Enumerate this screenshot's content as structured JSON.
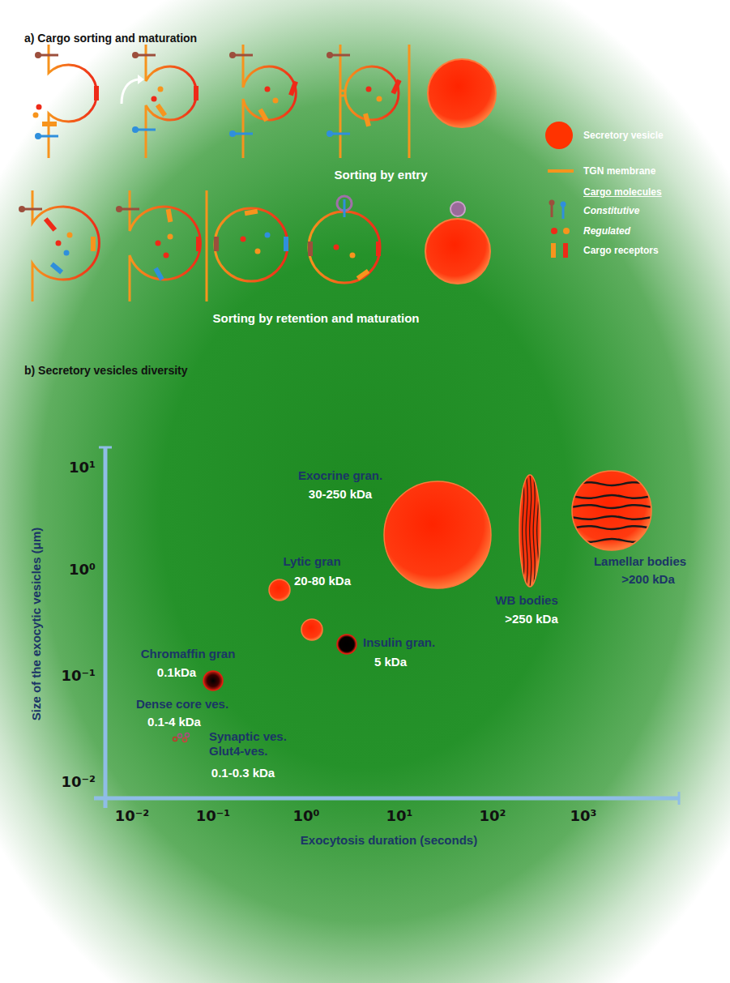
{
  "diagram": {
    "nodes": [
      {
        "text": [
          "Exocrine gran.",
          "30-250 kDa"
        ]
      },
      {
        "text": [
          "WB bodies",
          ">250 kDa"
        ]
      },
      {
        "text": [
          "Lamellar bodies",
          ">200 kDa"
        ]
      },
      {
        "text": [
          "Lytic gran",
          "20-80 kDa"
        ]
      },
      {
        "text": [
          "Chromaffin gran",
          "0.1kDa"
        ]
      },
      {
        "text": [
          "Insulin gran.",
          "5 kDa"
        ]
      },
      {
        "text": [
          "Dense core ves.",
          "0.1-4 kDa"
        ]
      },
      {
        "text": [
          "Synaptic ves. Glut4-ves.",
          "0.1-0.3 kDa"
        ]
      }
    ],
    "labels": [
      "a) Cargo sorting and maturation",
      "Sorting by entry",
      "Sorting by retention and maturation",
      "Cargo molecules",
      "b) Secretory vesicles diversity",
      "Size of the exocytic vesicles (μm)",
      "Exocytosis duration (seconds)",
      "10¹",
      "10⁰",
      "10⁻¹",
      "10⁻²",
      "10⁻²",
      "10⁻¹",
      "10⁰",
      "10¹",
      "10²",
      "10³"
    ],
    "legend": [
      {
        "text": "Secretory vesicle",
        "color": "#ff3300"
      },
      {
        "text": "TGN membrane"
      },
      {
        "text": "Constitutive"
      },
      {
        "text": "Regulated"
      },
      {
        "text": "Cargo receptors"
      }
    ]
  }
}
